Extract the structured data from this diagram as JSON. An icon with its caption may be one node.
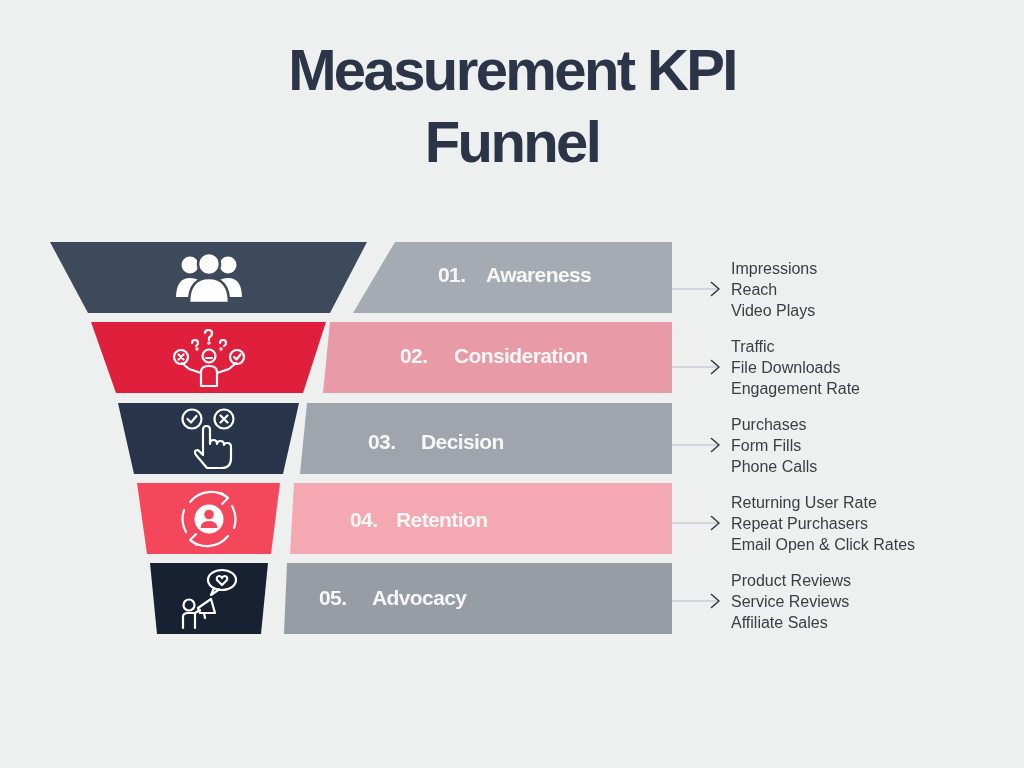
{
  "diagram": {
    "title": "Measurement KPI Funnel",
    "nodes": [
      {
        "text": [],
        "shape": "trapezoid"
      },
      {
        "text": [
          "01.",
          "Awareness"
        ]
      },
      {
        "text": [
          "Impressions",
          "Reach",
          "Video Plays"
        ]
      },
      {
        "text": [],
        "shape": "trapezoid"
      },
      {
        "text": [
          "02.",
          "Consideration"
        ]
      },
      {
        "text": [
          "Traffic",
          "File Downloads",
          "Engagement Rate"
        ]
      },
      {
        "text": [],
        "shape": "trapezoid"
      },
      {
        "text": [
          "03.",
          "Decision"
        ]
      },
      {
        "text": [
          "Purchases",
          "Form Fills",
          "Phone Calls"
        ]
      },
      {
        "text": [],
        "shape": "trapezoid"
      },
      {
        "text": [
          "04.",
          "Retention"
        ]
      },
      {
        "text": [
          "Returning User Rate",
          "Repeat Purchasers",
          "Email Open & Click Rates"
        ]
      },
      {
        "text": [],
        "shape": "trapezoid"
      },
      {
        "text": [
          "05.",
          "Advocacy"
        ]
      },
      {
        "text": [
          "Product Reviews",
          "Service Reviews",
          "Affiliate Sales"
        ]
      }
    ],
    "edges": [
      {
        "from": 1,
        "to": 2,
        "arrow": "to"
      },
      {
        "from": 4,
        "to": 5,
        "arrow": "to"
      },
      {
        "from": 7,
        "to": 8,
        "arrow": "to"
      },
      {
        "from": 10,
        "to": 11,
        "arrow": "to"
      },
      {
        "from": 13,
        "to": 14,
        "arrow": "to"
      }
    ]
  }
}
